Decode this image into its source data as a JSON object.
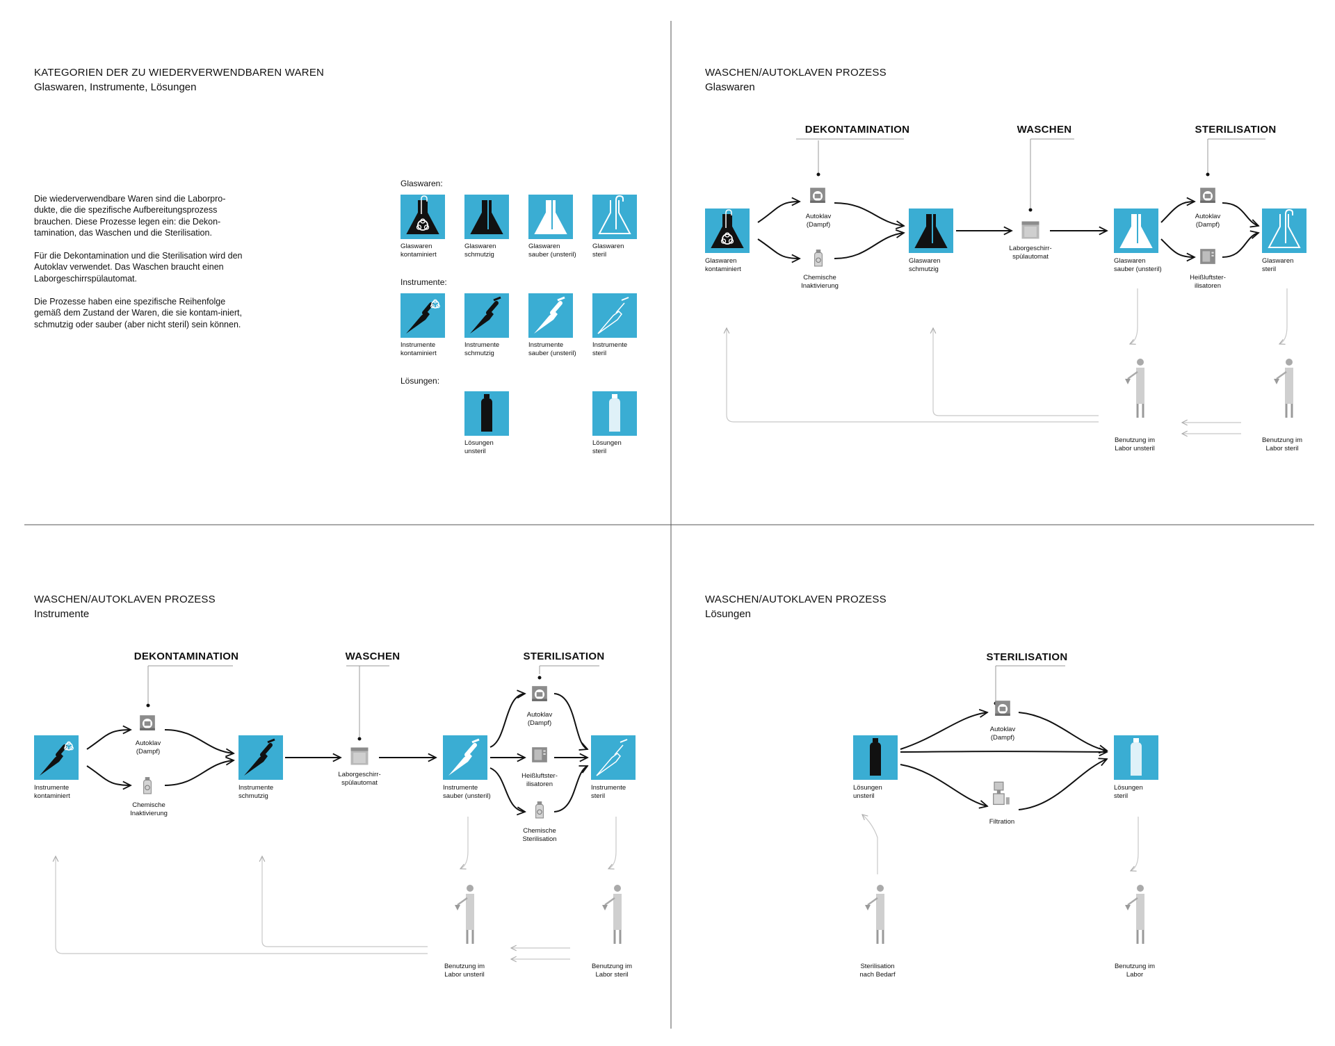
{
  "colors": {
    "accent": "#3aadd3",
    "dark": "#111111",
    "grey": "#8c8c8c",
    "light": "#c8c8c8"
  },
  "icons": [
    "flask-biohazard-icon",
    "flask-dirty-icon",
    "flask-clean-icon",
    "flask-sterile-icon",
    "pipette-biohazard-icon",
    "pipette-dirty-icon",
    "pipette-clean-icon",
    "pipette-sterile-icon",
    "bottle-dark-icon",
    "bottle-light-icon",
    "autoclave-icon",
    "chemical-bottle-icon",
    "dishwasher-icon",
    "hot-air-sterilizer-icon",
    "filtration-icon",
    "lab-person-icon"
  ],
  "q1": {
    "heading": "KATEGORIEN DER ZU WIEDERVERWENDBAREN WAREN",
    "subheading": "Glaswaren, Instrumente, Lösungen",
    "paragraphs": [
      "Die wiederverwendbare Waren sind die Laborpro-dukte, die die spezifische Aufbereitungsprozess brauchen. Diese Prozesse legen ein: die Dekon-tamination, das Waschen und die Sterilisation.",
      "Für die Dekontamination und die Sterilisation wird den Autoklav verwendet. Das Waschen braucht einen Laborgeschirrspülautomat.",
      "Die Prozesse haben eine spezifische Reihenfolge gemäß dem Zustand der Waren, die sie kontam-iniert, schmutzig oder sauber (aber nicht steril) sein können."
    ],
    "cat_glass": "Glaswaren:",
    "cat_instr": "Instrumente:",
    "cat_sol": "Lösungen:",
    "glass": [
      "Glaswaren\nkontaminiert",
      "Glaswaren\nschmutzig",
      "Glaswaren\nsauber (unsteril)",
      "Glaswaren\nsteril"
    ],
    "instr": [
      "Instrumente\nkontaminiert",
      "Instrumente\nschmutzig",
      "Instrumente\nsauber (unsteril)",
      "Instrumente\nsteril"
    ],
    "sol": [
      "Lösungen\nunsteril",
      "Lösungen\nsteril"
    ]
  },
  "q2": {
    "heading": "WASCHEN/AUTOKLAVEN PROZESS",
    "subheading": "Glaswaren",
    "stage_decon": "DEKONTAMINATION",
    "stage_wash": "WASCHEN",
    "stage_steril": "STERILISATION",
    "item_cont": "Glaswaren\nkontaminiert",
    "autoclave1": "Autoklav\n(Dampf)",
    "chemical": "Chemische\nInaktivierung",
    "item_dirty": "Glaswaren\nschmutzig",
    "washer": "Laborgeschirr-\nspülautomat",
    "item_clean": "Glaswaren\nsauber (unsteril)",
    "autoclave2": "Autoklav\n(Dampf)",
    "hotair": "Heißluftster-\nilisatoren",
    "item_sterile": "Glaswaren\nsteril",
    "use_unsteril": "Benutzung im\nLabor unsteril",
    "use_steril": "Benutzung im\nLabor steril"
  },
  "q3": {
    "heading": "WASCHEN/AUTOKLAVEN PROZESS",
    "subheading": "Instrumente",
    "stage_decon": "DEKONTAMINATION",
    "stage_wash": "WASCHEN",
    "stage_steril": "STERILISATION",
    "item_cont": "Instrumente\nkontaminiert",
    "autoclave1": "Autoklav\n(Dampf)",
    "chemical": "Chemische\nInaktivierung",
    "item_dirty": "Instrumente\nschmutzig",
    "washer": "Laborgeschirr-\nspülautomat",
    "item_clean": "Instrumente\nsauber (unsteril)",
    "autoclave2": "Autoklav\n(Dampf)",
    "hotair": "Heißluftster-\nilisatoren",
    "chem_steril": "Chemische\nSterilisation",
    "item_sterile": "Instrumente\nsteril",
    "use_unsteril": "Benutzung im\nLabor unsteril",
    "use_steril": "Benutzung im\nLabor steril"
  },
  "q4": {
    "heading": "WASCHEN/AUTOKLAVEN PROZESS",
    "subheading": "Lösungen",
    "stage_steril": "STERILISATION",
    "item_unsteril": "Lösungen\nunsteril",
    "autoclave": "Autoklav\n(Dampf)",
    "filtration": "Filtration",
    "item_sterile": "Lösungen\nsteril",
    "use_sterilisation": "Sterilisation\nnach Bedarf",
    "use_labor": "Benutzung im\nLabor"
  }
}
